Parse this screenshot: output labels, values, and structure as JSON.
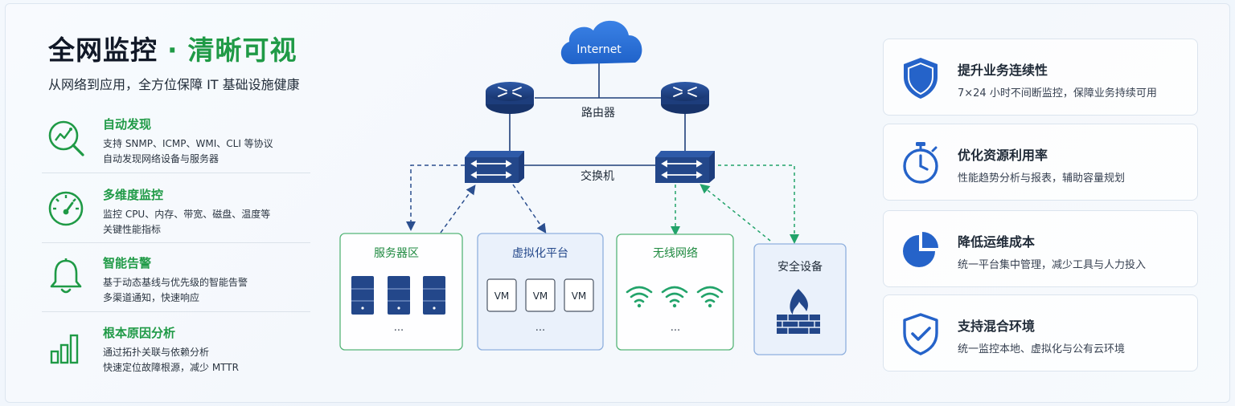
{
  "header": {
    "title_part1": "全网监控",
    "title_dot": "·",
    "title_part2": "清晰可视",
    "subtitle": "从网络到应用，全方位保障 IT 基础设施健康"
  },
  "features": [
    {
      "icon": "magnifier-trend-icon",
      "title": "自动发现",
      "lines": [
        "支持 SNMP、ICMP、WMI、CLI 等协议",
        "自动发现网络设备与服务器"
      ]
    },
    {
      "icon": "gauge-icon",
      "title": "多维度监控",
      "lines": [
        "监控 CPU、内存、带宽、磁盘、温度等",
        "关键性能指标"
      ]
    },
    {
      "icon": "bell-icon",
      "title": "智能告警",
      "lines": [
        "基于动态基线与优先级的智能告警",
        "多渠道通知，快速响应"
      ]
    },
    {
      "icon": "bar-chart-icon",
      "title": "根本原因分析",
      "lines": [
        "通过拓扑关联与依赖分析",
        "快速定位故障根源，减少 MTTR"
      ]
    }
  ],
  "diagram": {
    "internet": "Internet",
    "router_label": "路由器",
    "switch_label": "交换机",
    "groups": [
      {
        "name": "服务器区",
        "kind": "servers",
        "more": "···"
      },
      {
        "name": "虚拟化平台",
        "kind": "vms",
        "vm_label": "VM",
        "more": "···"
      },
      {
        "name": "无线网络",
        "kind": "wifi",
        "more": "···"
      },
      {
        "name": "安全设备",
        "kind": "firewall"
      }
    ]
  },
  "benefits": [
    {
      "icon": "shield-icon",
      "title": "提升业务连续性",
      "desc": "7×24 小时不间断监控，保障业务持续可用"
    },
    {
      "icon": "stopwatch-icon",
      "title": "优化资源利用率",
      "desc": "性能趋势分析与报表，辅助容量规划"
    },
    {
      "icon": "pie-chart-icon",
      "title": "降低运维成本",
      "desc": "统一平台集中管理，减少工具与人力投入"
    },
    {
      "icon": "shield-check-icon",
      "title": "支持混合环境",
      "desc": "统一监控本地、虚拟化与公有云环境"
    }
  ],
  "colors": {
    "green": "#1f9a46",
    "navy": "#1f3f7a",
    "blue": "#2563c9",
    "teal_line": "#22a36a"
  }
}
